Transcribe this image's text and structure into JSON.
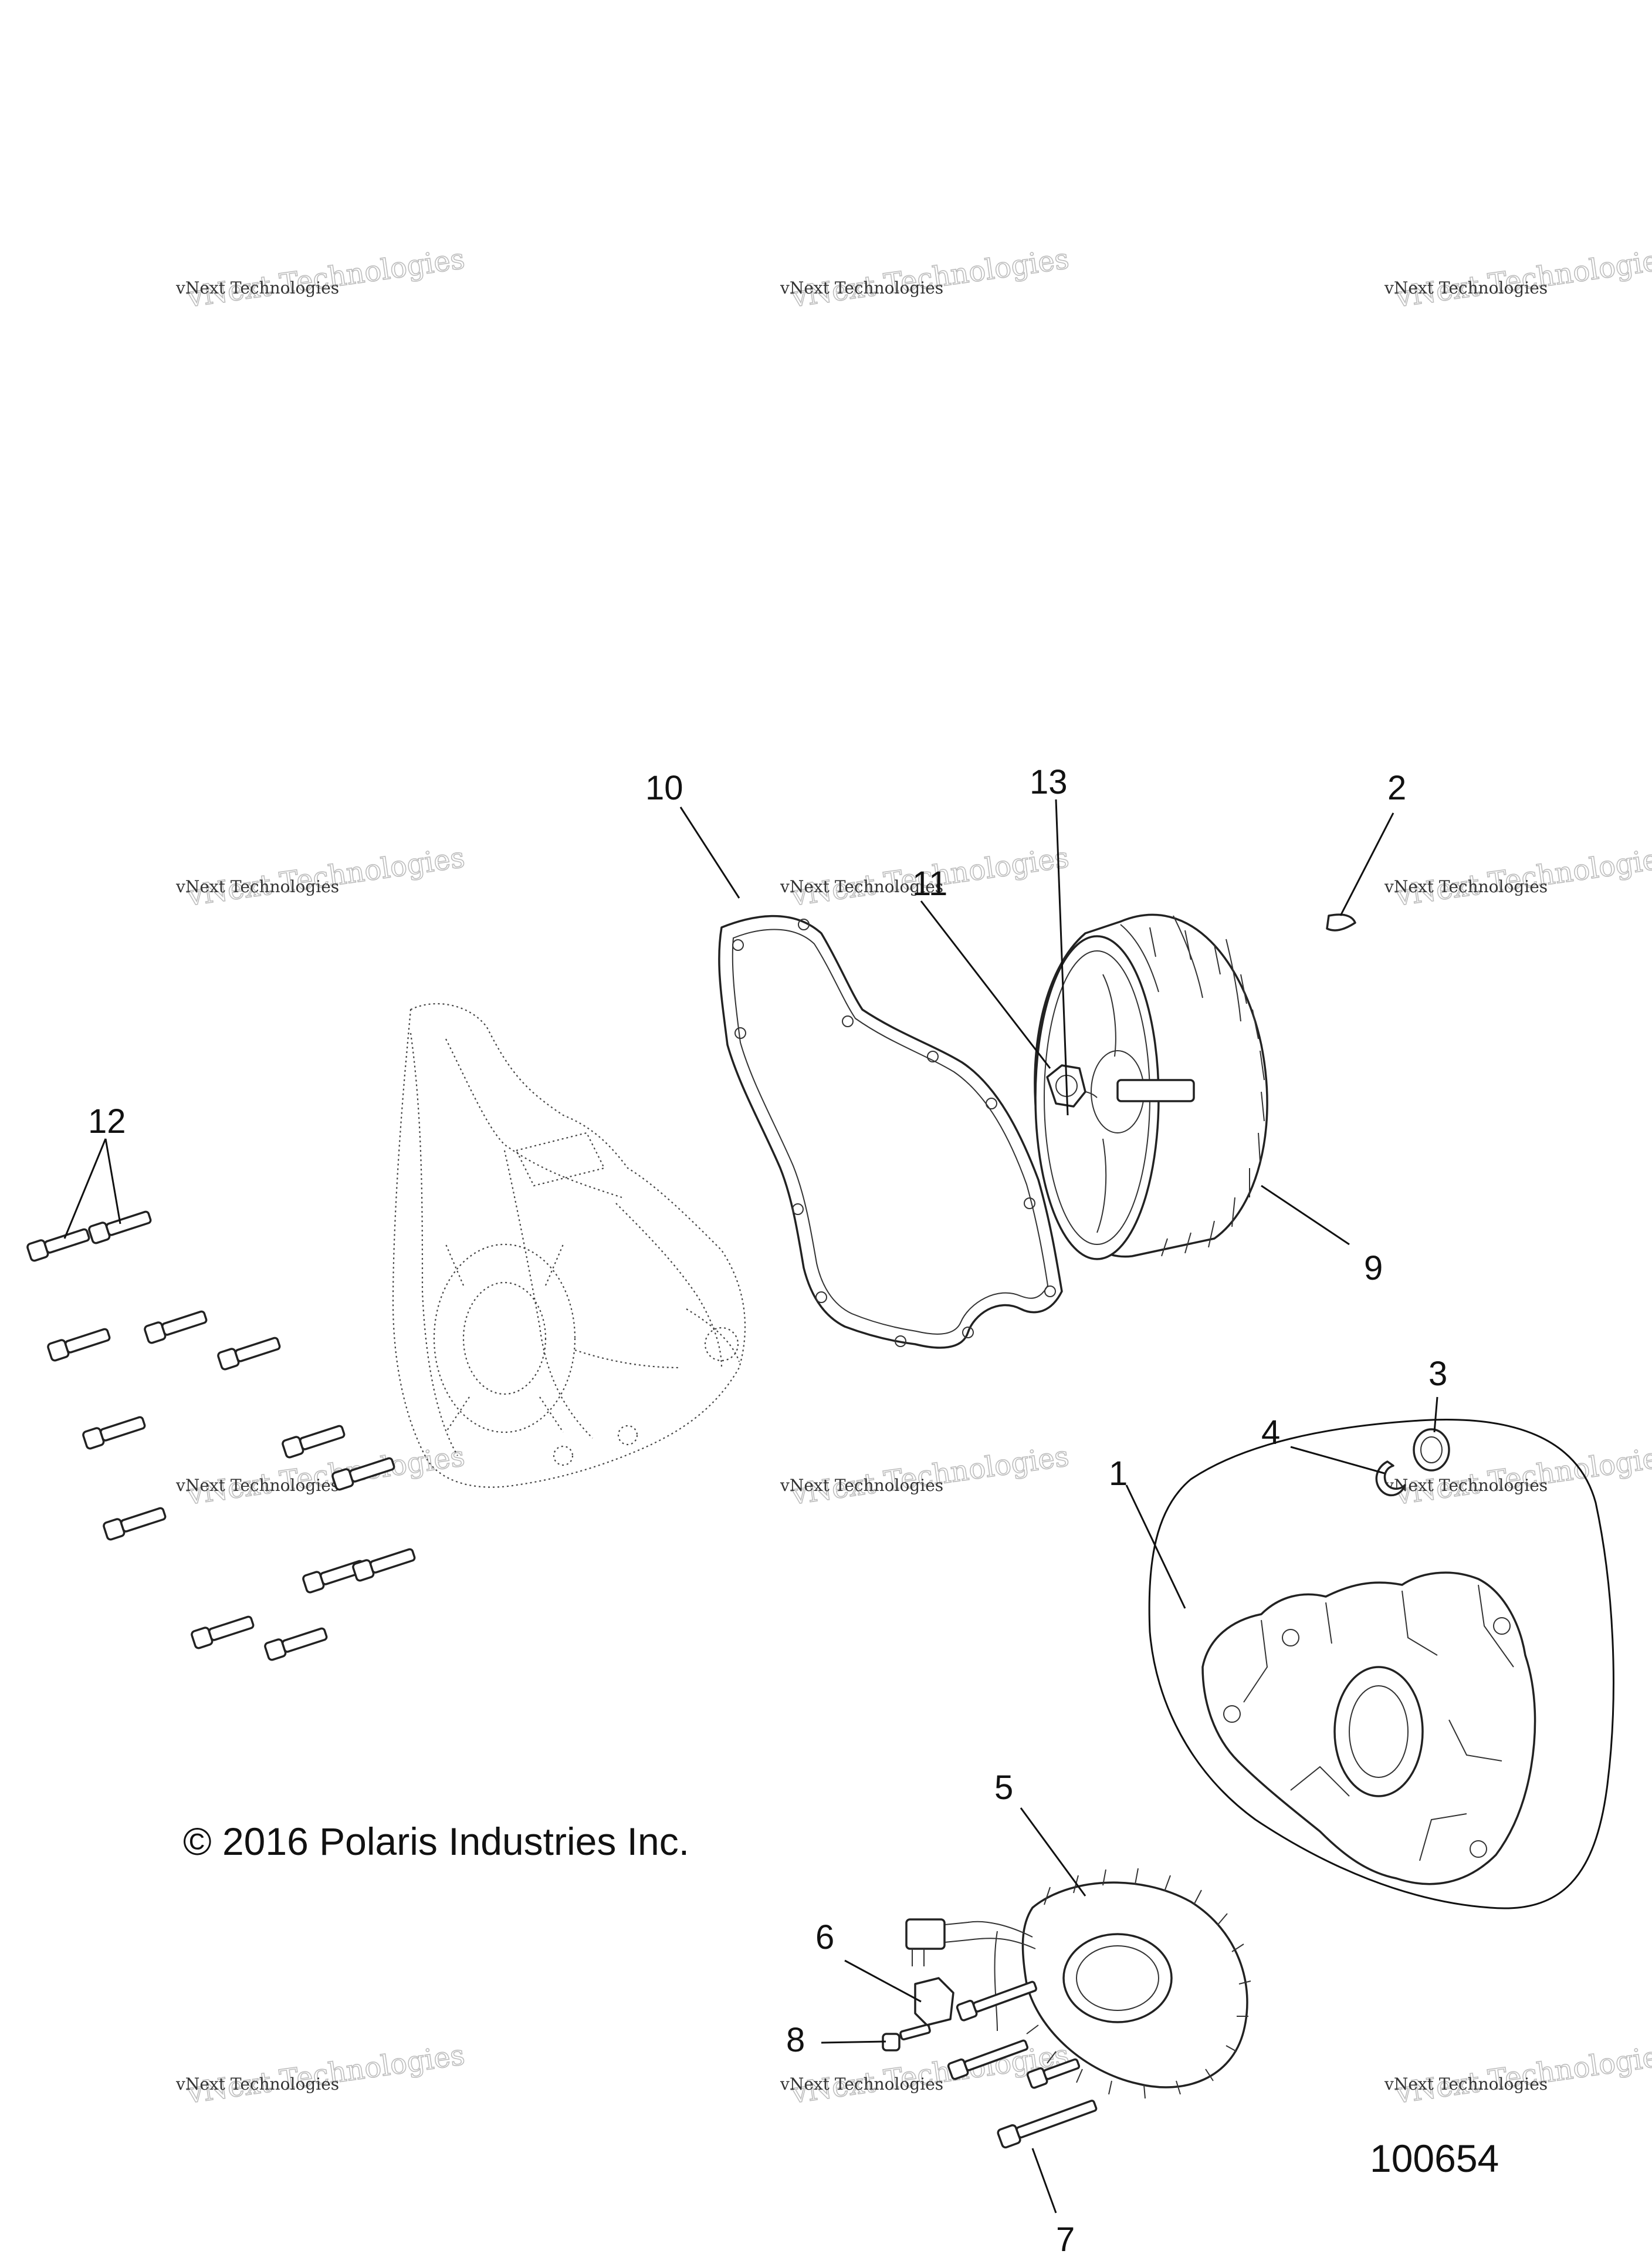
{
  "diagram": {
    "callouts": [
      {
        "id": "1",
        "text": "1"
      },
      {
        "id": "2",
        "text": "2"
      },
      {
        "id": "3",
        "text": "3"
      },
      {
        "id": "4",
        "text": "4"
      },
      {
        "id": "5",
        "text": "5"
      },
      {
        "id": "6",
        "text": "6"
      },
      {
        "id": "7",
        "text": "7"
      },
      {
        "id": "8",
        "text": "8"
      },
      {
        "id": "9",
        "text": "9"
      },
      {
        "id": "10",
        "text": "10"
      },
      {
        "id": "11",
        "text": "11"
      },
      {
        "id": "12",
        "text": "12"
      },
      {
        "id": "13",
        "text": "13"
      }
    ],
    "copyright": "© 2016 Polaris Industries Inc.",
    "figure_number": "100654",
    "watermark": {
      "line1": "vNext Technologies",
      "line2": "vNext Technologies"
    }
  }
}
